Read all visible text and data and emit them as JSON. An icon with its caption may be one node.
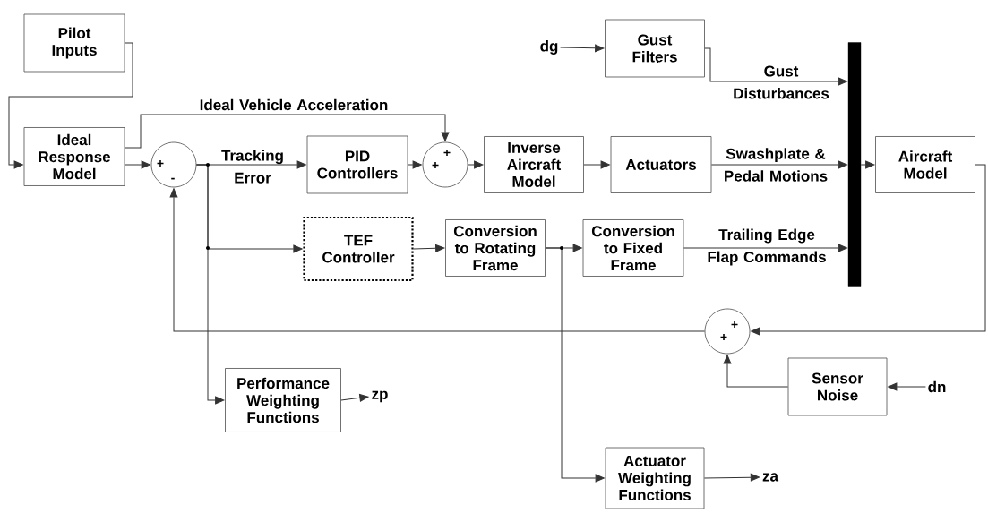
{
  "diagram": {
    "nodes": [
      {
        "text": [
          "Pilot Inputs"
        ]
      },
      {
        "text": [
          "Ideal Response Model"
        ]
      },
      {
        "text": [
          "+",
          "-"
        ]
      },
      {
        "text": [
          "PID Controllers"
        ]
      },
      {
        "text": [
          "+",
          "+"
        ]
      },
      {
        "text": [
          "Inverse Aircraft Model"
        ]
      },
      {
        "text": [
          "Actuators"
        ]
      },
      {
        "text": [
          "dg"
        ]
      },
      {
        "text": [
          "Gust Filters"
        ]
      },
      {
        "text": [],
        "shape": "bar"
      },
      {
        "text": [
          "Aircraft Model"
        ]
      },
      {
        "text": [
          "TEF Controller"
        ]
      },
      {
        "text": [
          "Conversion to Rotating Frame"
        ]
      },
      {
        "text": [
          "Conversion to Fixed Frame"
        ]
      },
      {
        "text": [
          "+",
          "+"
        ]
      },
      {
        "text": [
          "Sensor Noise"
        ]
      },
      {
        "text": [
          "dn"
        ]
      },
      {
        "text": [
          "Performance Weighting Functions"
        ]
      },
      {
        "text": [
          "zp"
        ]
      },
      {
        "text": [
          "Actuator Weighting Functions"
        ]
      },
      {
        "text": [
          "za"
        ]
      }
    ],
    "edges": [
      {
        "from": 0,
        "to": 1,
        "arrow": "to"
      },
      {
        "from": 1,
        "to": 2,
        "arrow": "to"
      },
      {
        "from": 1,
        "to": 4,
        "arrow": "to",
        "label": "Ideal Vehicle Acceleration"
      },
      {
        "from": 2,
        "to": 3,
        "arrow": "to",
        "label": "Tracking Error"
      },
      {
        "from": 2,
        "to": 11,
        "arrow": "to"
      },
      {
        "from": 2,
        "to": 17,
        "arrow": "to"
      },
      {
        "from": 3,
        "to": 4,
        "arrow": "to"
      },
      {
        "from": 4,
        "to": 5,
        "arrow": "to"
      },
      {
        "from": 5,
        "to": 6,
        "arrow": "to"
      },
      {
        "from": 6,
        "to": 9,
        "arrow": "to",
        "label": "Swashplate & Pedal Motions"
      },
      {
        "from": 7,
        "to": 8,
        "arrow": "to"
      },
      {
        "from": 8,
        "to": 9,
        "arrow": "to",
        "label": "Gust Disturbances"
      },
      {
        "from": 9,
        "to": 10,
        "arrow": "to"
      },
      {
        "from": 11,
        "to": 12,
        "arrow": "to"
      },
      {
        "from": 12,
        "to": 13,
        "arrow": "to"
      },
      {
        "from": 12,
        "to": 19,
        "arrow": "to"
      },
      {
        "from": 13,
        "to": 9,
        "arrow": "to",
        "label": "Trailing Edge Flap Commands"
      },
      {
        "from": 10,
        "to": 14,
        "arrow": "to"
      },
      {
        "from": 14,
        "to": 2,
        "arrow": "to"
      },
      {
        "from": 15,
        "to": 14,
        "arrow": "to"
      },
      {
        "from": 16,
        "to": 15,
        "arrow": "to"
      },
      {
        "from": 17,
        "to": 18,
        "arrow": "to"
      },
      {
        "from": 19,
        "to": 20,
        "arrow": "to"
      }
    ]
  }
}
